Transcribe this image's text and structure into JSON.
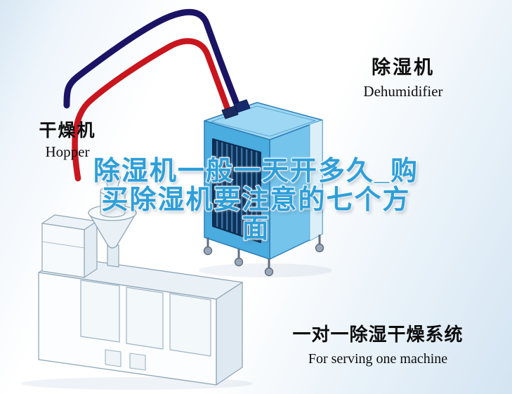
{
  "labels": {
    "dryer": {
      "cn": "干燥机",
      "en": "Hopper"
    },
    "dehumidifier": {
      "cn": "除湿机",
      "en": "Dehumidifier"
    },
    "system": {
      "cn": "一对一除湿干燥系统",
      "en": "For serving one machine"
    }
  },
  "watermark": {
    "line1": "除湿机一般一天开多久_购",
    "line2": "买除湿机要注意的七个方",
    "line3": "面",
    "color": "#2d9fd9"
  },
  "colors": {
    "pipe_red": "#c9151e",
    "pipe_navy": "#1b1464",
    "dehumidifier_front": "#4aacdf",
    "dehumidifier_top": "#9ed7f3",
    "dehumidifier_side": "#74c4ec",
    "machine_fill": "#fcfdfe",
    "machine_outline": "#8fa6b6"
  }
}
